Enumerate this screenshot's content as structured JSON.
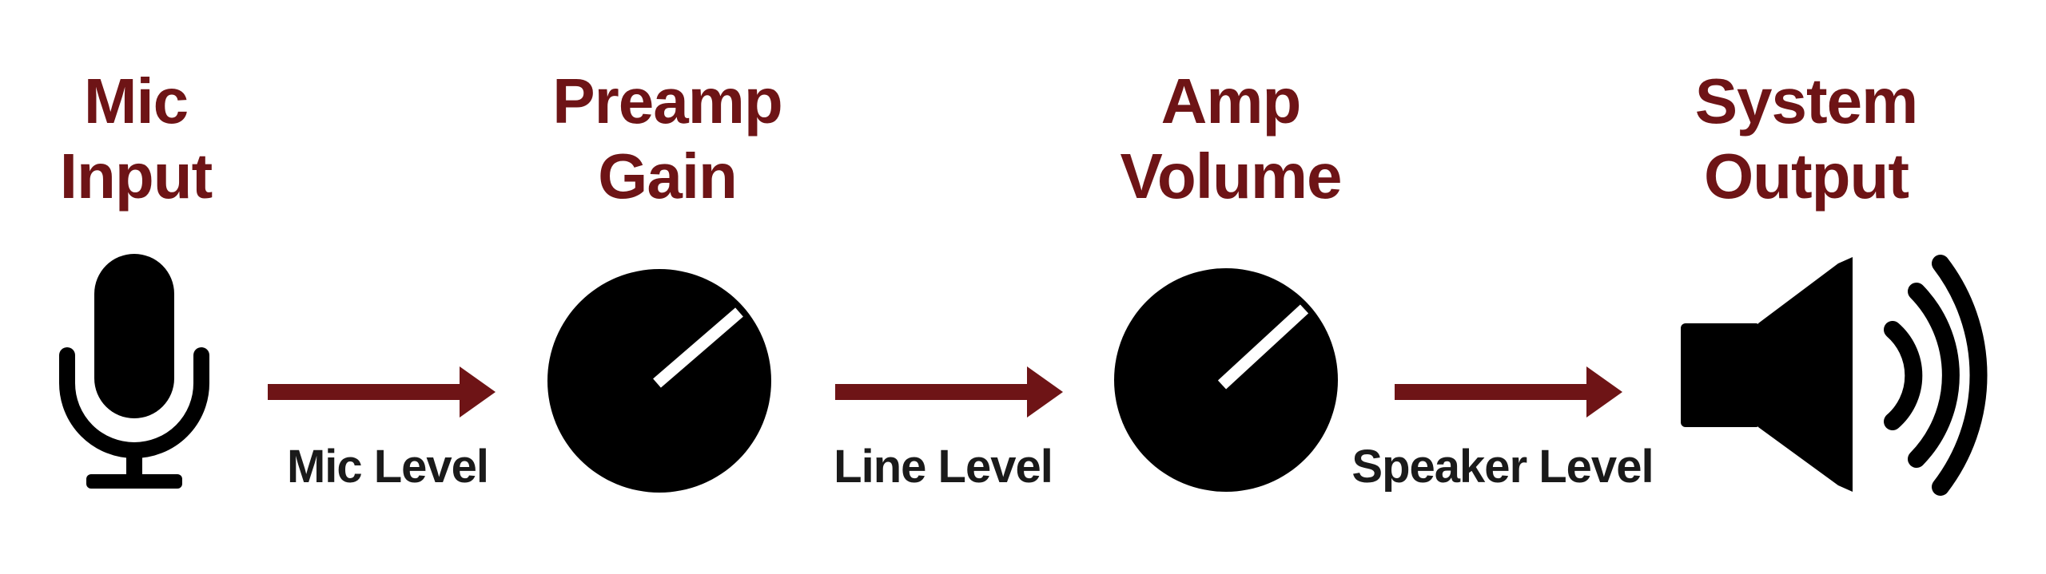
{
  "colors": {
    "title": "#6e1416",
    "arrow": "#6e1416",
    "icon": "#000000",
    "knob_pointer": "#ffffff",
    "label": "#1a1a1a"
  },
  "stages": [
    {
      "line1": "Mic",
      "line2": "Input",
      "icon": "microphone-icon"
    },
    {
      "line1": "Preamp",
      "line2": "Gain",
      "icon": "knob-icon"
    },
    {
      "line1": "Amp",
      "line2": "Volume",
      "icon": "knob-icon"
    },
    {
      "line1": "System",
      "line2": "Output",
      "icon": "speaker-icon"
    }
  ],
  "connections": [
    {
      "label": "Mic Level"
    },
    {
      "label": "Line Level"
    },
    {
      "label": "Speaker Level"
    }
  ]
}
